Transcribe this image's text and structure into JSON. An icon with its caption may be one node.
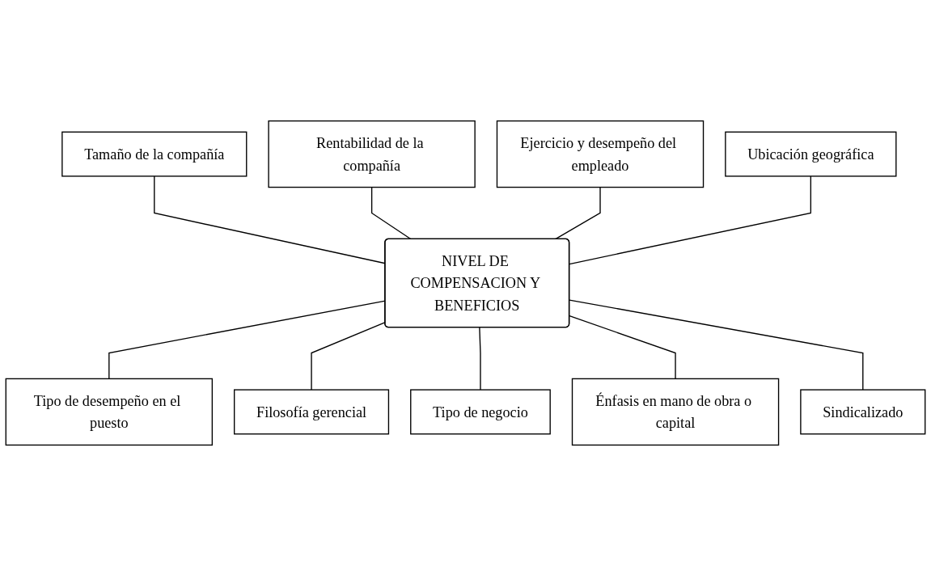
{
  "diagram": {
    "nodes": [
      {
        "text": [
          "Tamaño de la compañía"
        ]
      },
      {
        "text": [
          "Rentabilidad de la compañía"
        ]
      },
      {
        "text": [
          "Ejercicio y desempeño del empleado"
        ]
      },
      {
        "text": [
          "NIVEL DE COMPENSACION Y BENEFICIOS"
        ]
      },
      {
        "text": [
          "Ubicación geográfica"
        ]
      },
      {
        "text": [
          "Tipo de desempeño en el puesto"
        ]
      },
      {
        "text": [
          "Filosofía gerencial"
        ]
      },
      {
        "text": [
          "Tipo de negocio"
        ]
      },
      {
        "text": [
          "Énfasis en mano de obra o capital"
        ]
      },
      {
        "text": [
          "Sindicalizado"
        ]
      }
    ],
    "edges": [
      {
        "from": 3,
        "to": 0,
        "arrow": "none"
      },
      {
        "from": 3,
        "to": 1,
        "arrow": "none"
      },
      {
        "from": 3,
        "to": 2,
        "arrow": "none"
      },
      {
        "from": 3,
        "to": 4,
        "arrow": "none"
      },
      {
        "from": 3,
        "to": 5,
        "arrow": "none"
      },
      {
        "from": 3,
        "to": 6,
        "arrow": "none"
      },
      {
        "from": 3,
        "to": 7,
        "arrow": "none"
      },
      {
        "from": 3,
        "to": 8,
        "arrow": "none"
      },
      {
        "from": 3,
        "to": 9,
        "arrow": "none"
      }
    ]
  }
}
